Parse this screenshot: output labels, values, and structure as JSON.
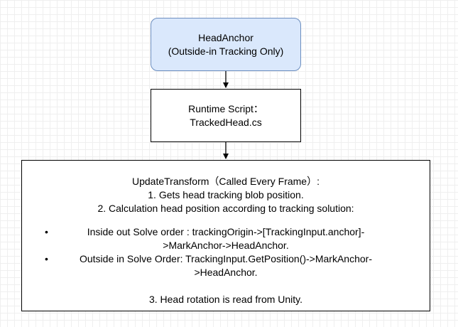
{
  "head_anchor": {
    "title": "HeadAnchor",
    "subtitle": "(Outside-in Tracking Only)",
    "fill": "#dae8fc",
    "stroke": "#6c8ebf"
  },
  "runtime_script": {
    "line1": "Runtime Script：",
    "line2": "TrackedHead.cs"
  },
  "update_transform": {
    "heading": "UpdateTransform（Called Every Frame）:",
    "step1": "1. Gets head tracking blob position.",
    "step2": "2. Calculation head position according to tracking solution:",
    "bullets": [
      {
        "marker": "•",
        "line1": "Inside out Solve order : trackingOrigin->[TrackingInput.anchor]-",
        "line2": ">MarkAnchor->HeadAnchor."
      },
      {
        "marker": "•",
        "line1": "Outside in Solve Order: TrackingInput.GetPosition()->MarkAnchor-",
        "line2": ">HeadAnchor."
      }
    ],
    "step3": "3. Head rotation is read from Unity."
  }
}
